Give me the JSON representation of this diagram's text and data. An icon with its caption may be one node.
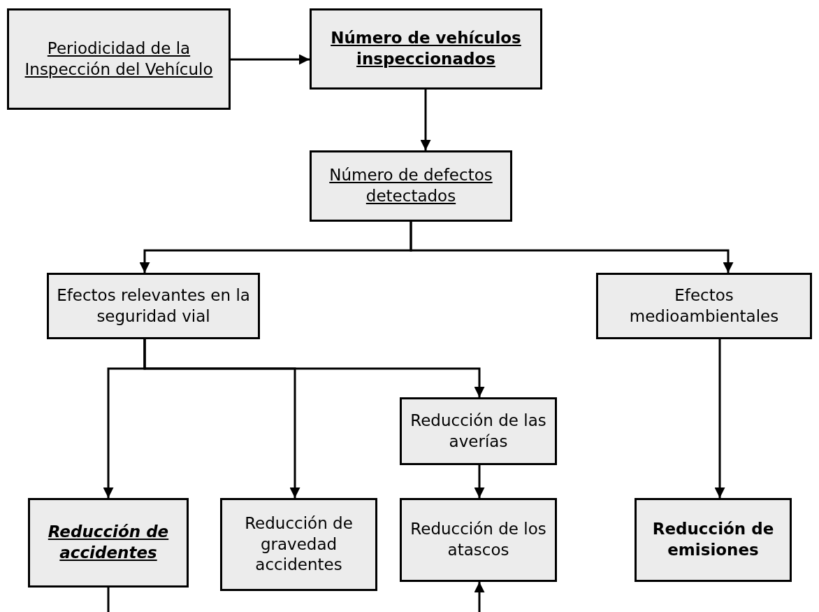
{
  "diagram": {
    "nodes": [
      {
        "text": [
          "Periodicidad de la Inspección del Vehículo"
        ]
      },
      {
        "text": [
          "Número de vehículos inspeccionados"
        ]
      },
      {
        "text": [
          "Número de defectos detectados"
        ]
      },
      {
        "text": [
          "Efectos relevantes en la seguridad vial"
        ]
      },
      {
        "text": [
          "Efectos medioambientales"
        ]
      },
      {
        "text": [
          "Reducción de las averías"
        ]
      },
      {
        "text": [
          "Reducción de accidentes"
        ]
      },
      {
        "text": [
          "Reducción de gravedad accidentes"
        ]
      },
      {
        "text": [
          "Reducción de los atascos"
        ]
      },
      {
        "text": [
          "Reducción de emisiones"
        ]
      }
    ],
    "edges": [
      {
        "from": 0,
        "to": 1,
        "arrow": "to"
      },
      {
        "from": 1,
        "to": 2,
        "arrow": "to"
      },
      {
        "from": 2,
        "to": 3,
        "arrow": "to"
      },
      {
        "from": 2,
        "to": 4,
        "arrow": "to"
      },
      {
        "from": 3,
        "to": 6,
        "arrow": "to"
      },
      {
        "from": 3,
        "to": 7,
        "arrow": "to"
      },
      {
        "from": 3,
        "to": 5,
        "arrow": "to"
      },
      {
        "from": 5,
        "to": 8,
        "arrow": "to"
      },
      {
        "from": 4,
        "to": 9,
        "arrow": "to"
      },
      {
        "from": 6,
        "to": null,
        "arrow": "none"
      },
      {
        "from": null,
        "to": 8,
        "arrow": "to"
      }
    ]
  }
}
